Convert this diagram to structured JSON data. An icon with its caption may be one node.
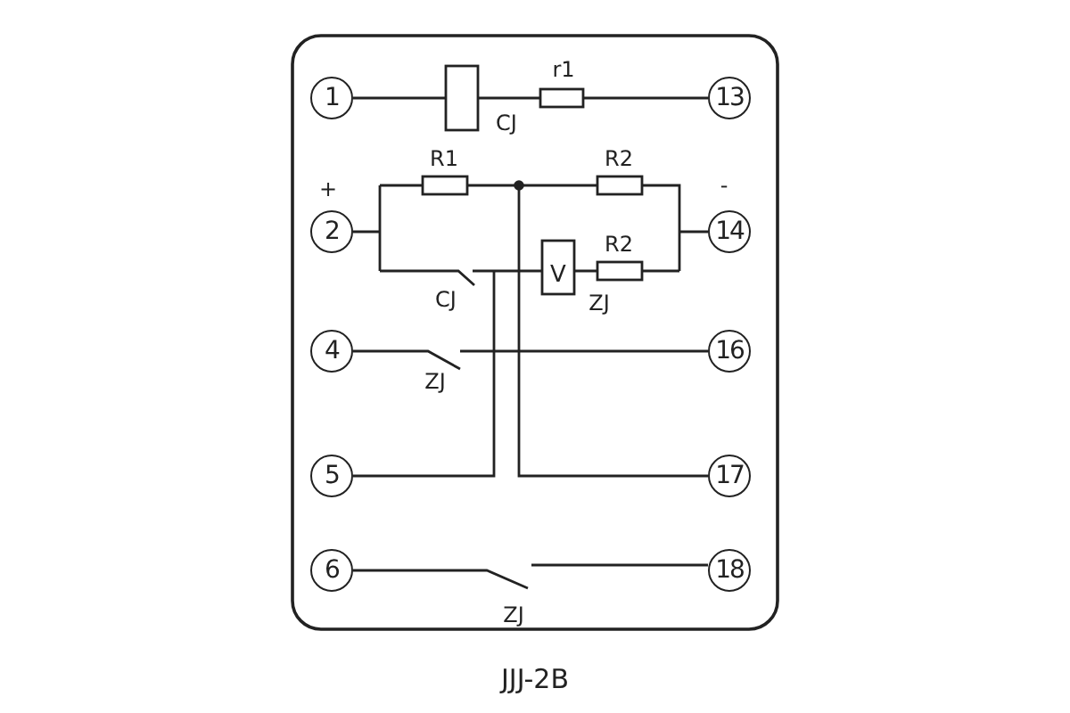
{
  "diagram": {
    "caption": "JJJ-2B",
    "nodes": [
      {
        "text": [
          "1"
        ]
      },
      {
        "text": [
          "13"
        ]
      },
      {
        "text": [
          "2"
        ]
      },
      {
        "text": [
          "14"
        ]
      },
      {
        "text": [
          "4"
        ]
      },
      {
        "text": [
          "16"
        ]
      },
      {
        "text": [
          "5"
        ]
      },
      {
        "text": [
          "17"
        ]
      },
      {
        "text": [
          "6"
        ]
      },
      {
        "text": [
          "18"
        ]
      }
    ],
    "edges": [],
    "labels": [
      "r1",
      "CJ",
      "R1",
      "R2",
      "+",
      "-",
      "R2",
      "CJ",
      "V",
      "ZJ",
      "ZJ",
      "ZJ"
    ]
  }
}
